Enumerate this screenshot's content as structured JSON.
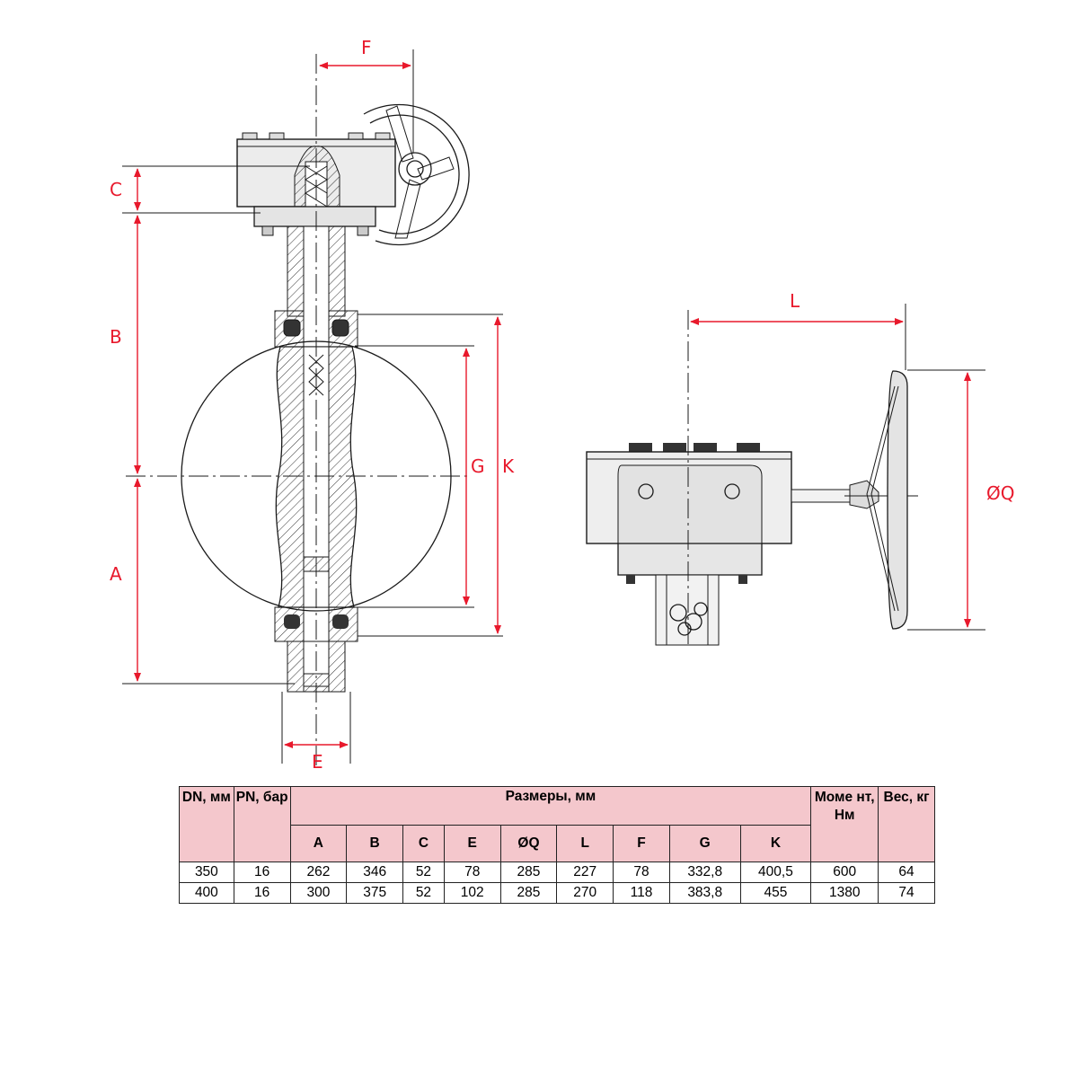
{
  "labels": {
    "F": "F",
    "C": "C",
    "B": "B",
    "A": "A",
    "G": "G",
    "K": "K",
    "E": "E",
    "L": "L",
    "Q": "ØQ"
  },
  "colors": {
    "dimension": "#e8192c",
    "header_fill": "#f4c7cc",
    "line": "#1a1a1a"
  },
  "table": {
    "col_dn": "DN, мм",
    "col_pn": "PN, бар",
    "group_header": "Размеры, мм",
    "col_moment": "Моме нт, Нм",
    "col_weight": "Вес, кг",
    "sub_cols": [
      "A",
      "B",
      "C",
      "E",
      "ØQ",
      "L",
      "F",
      "G",
      "K"
    ],
    "rows": [
      [
        "350",
        "16",
        "262",
        "346",
        "52",
        "78",
        "285",
        "227",
        "78",
        "332,8",
        "400,5",
        "600",
        "64"
      ],
      [
        "400",
        "16",
        "300",
        "375",
        "52",
        "102",
        "285",
        "270",
        "118",
        "383,8",
        "455",
        "1380",
        "74"
      ]
    ]
  }
}
